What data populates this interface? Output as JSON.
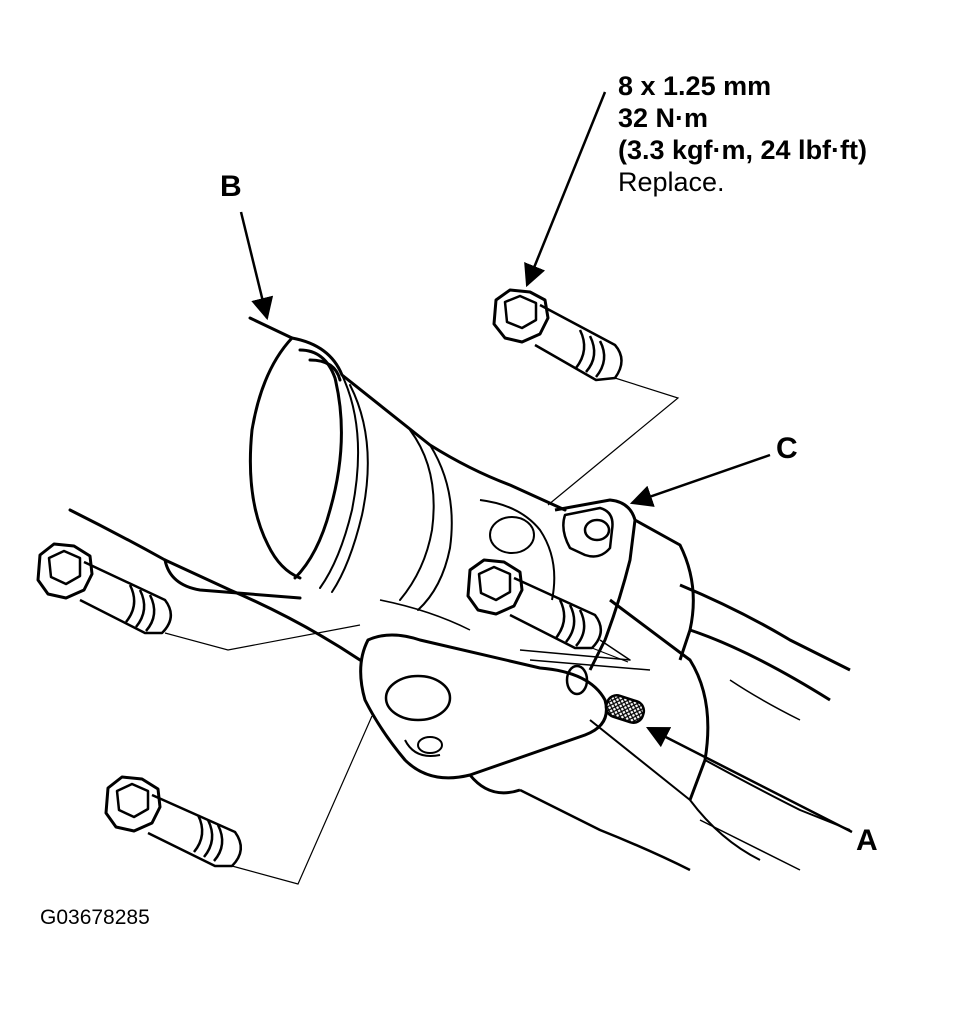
{
  "spec": {
    "size": "8 x 1.25 mm",
    "torque": "32 N·m",
    "torque_alt": "(3.3 kgf·m, 24 lbf·ft)",
    "note": "Replace."
  },
  "callouts": {
    "a": "A",
    "b": "B",
    "c": "C"
  },
  "figure_id": "G03678285"
}
